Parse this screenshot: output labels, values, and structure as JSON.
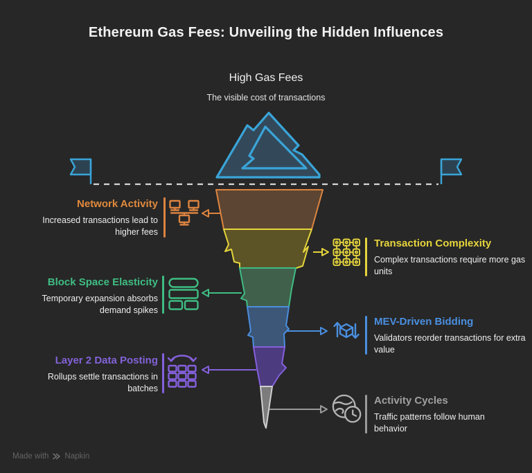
{
  "title": "Ethereum Gas Fees: Unveiling the Hidden Influences",
  "summit": {
    "title": "High Gas Fees",
    "subtitle": "The visible cost of transactions",
    "icon": "mountain-icon",
    "marker_icons": [
      "flag-left-icon",
      "flag-right-icon"
    ]
  },
  "factors": [
    {
      "id": "network-activity",
      "side": "left",
      "title": "Network Activity",
      "description": "Increased transactions lead to higher fees",
      "color": "#e08a3d",
      "icon": "network-monitors-icon"
    },
    {
      "id": "transaction-complexity",
      "side": "right",
      "title": "Transaction Complexity",
      "description": "Complex transactions require more gas units",
      "color": "#e5d43c",
      "icon": "grid-circuit-icon"
    },
    {
      "id": "block-space-elasticity",
      "side": "left",
      "title": "Block Space Elasticity",
      "description": "Temporary expansion absorbs demand spikes",
      "color": "#3fbd83",
      "icon": "block-rows-icon"
    },
    {
      "id": "mev-driven-bidding",
      "side": "right",
      "title": "MEV-Driven Bidding",
      "description": "Validators reorder transactions for extra value",
      "color": "#4a8fe0",
      "icon": "cube-reorder-icon"
    },
    {
      "id": "layer-2-data-posting",
      "side": "left",
      "title": "Layer 2 Data Posting",
      "description": "Rollups settle transactions in batches",
      "color": "#8263d8",
      "icon": "batch-columns-icon"
    },
    {
      "id": "activity-cycles",
      "side": "right",
      "title": "Activity Cycles",
      "description": "Traffic patterns follow human behavior",
      "color": "#a0a0a0",
      "icon": "globe-clock-icon"
    }
  ],
  "colors": {
    "background": "#272727",
    "title_text": "#f2f2f2",
    "mountain_stroke": "#3aa5d9",
    "mountain_fill": "#33495a",
    "dashed_line": "#d6d6d6",
    "funnel_strokes": [
      "#dd8440",
      "#e5d43c",
      "#3fbd83",
      "#4a8fe0",
      "#8560dd",
      "#cfcfcf"
    ],
    "funnel_fills": [
      "#5c4633",
      "#5c5426",
      "#40604c",
      "#3d5778",
      "#4c3b7e",
      "#7c7c7c"
    ]
  },
  "watermark": {
    "prefix": "Made with",
    "brand": "Napkin",
    "icon": "napkin-logo-icon"
  }
}
